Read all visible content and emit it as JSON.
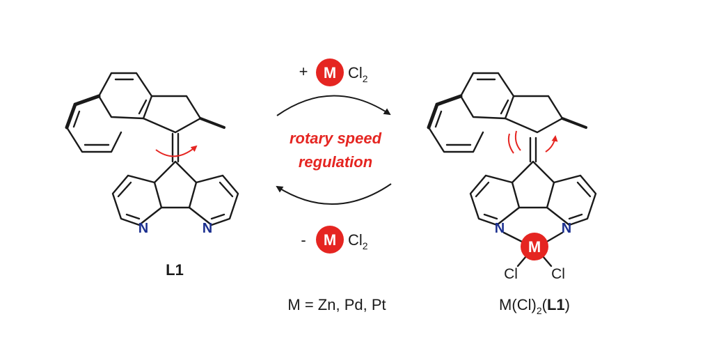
{
  "colors": {
    "ink": "#1a1a1a",
    "accent": "#e52521",
    "nitrogen": "#1b2f8f",
    "metal_text": "#ffffff"
  },
  "left_molecule": {
    "label": "L1",
    "n_left": "N",
    "n_right": "N"
  },
  "right_molecule": {
    "n_left": "N",
    "n_right": "N",
    "metal": "M",
    "cl_left": "Cl",
    "cl_right": "Cl",
    "label_prefix": "M(Cl)",
    "label_sub": "2",
    "label_open": "(",
    "label_bold": "L1",
    "label_close": ")"
  },
  "reaction": {
    "forward_sign": "+",
    "reverse_sign": "-",
    "metal": "M",
    "reagent_cl": "Cl",
    "reagent_sub": "2",
    "center_line1": "rotary speed",
    "center_line2": "regulation",
    "metal_note": "M = Zn, Pd, Pt"
  },
  "icons": {
    "forward_arrow": "curved-arrow-right-icon",
    "reverse_arrow": "curved-arrow-left-icon",
    "rotation": "rotation-arrow-icon"
  }
}
